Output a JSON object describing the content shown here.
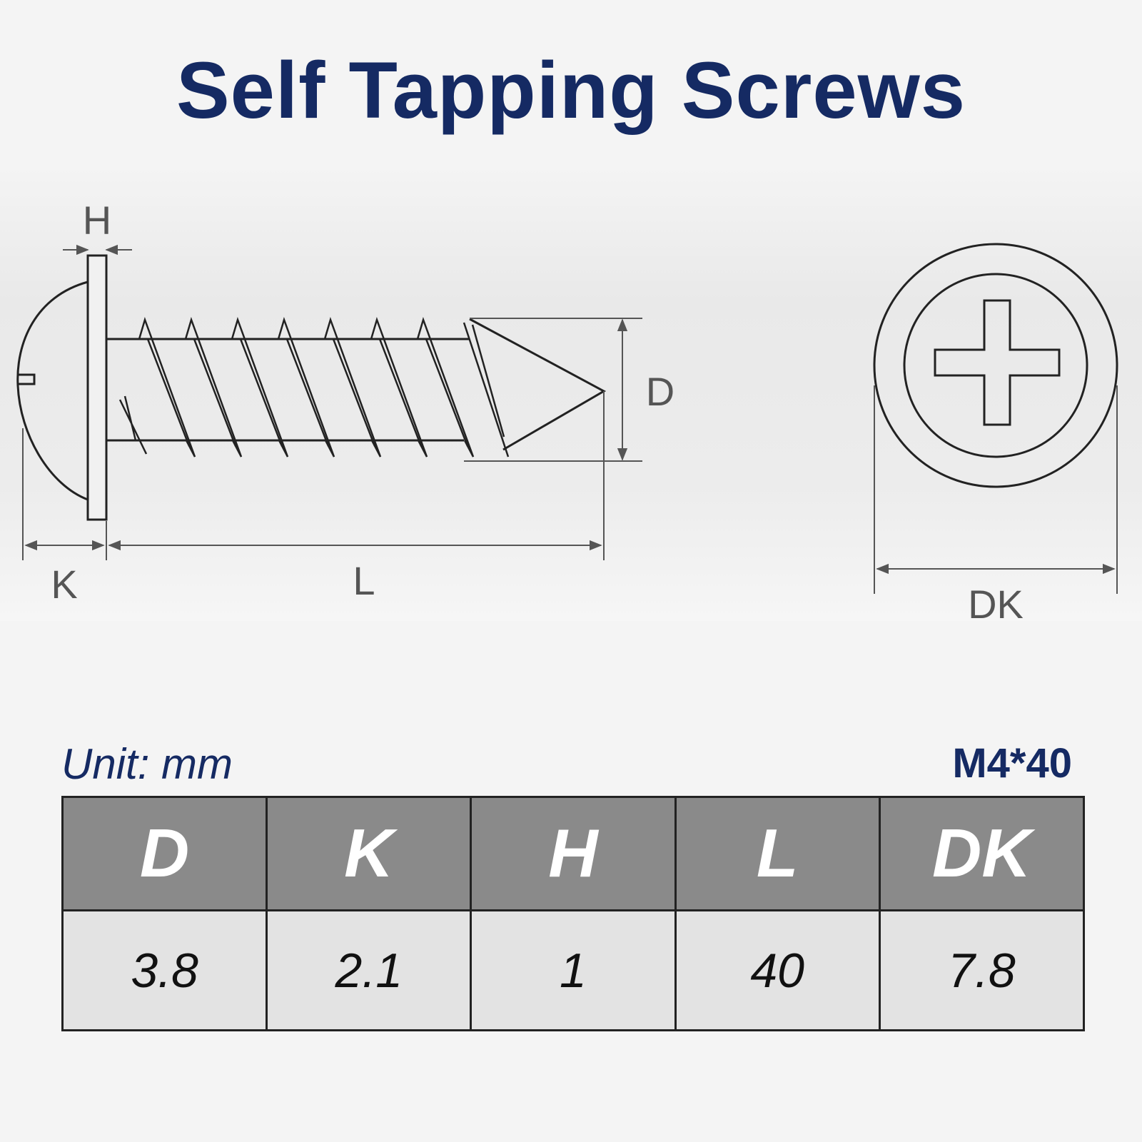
{
  "title": "Self Tapping Screws",
  "diagram": {
    "labels": {
      "H": "H",
      "D": "D",
      "K": "K",
      "L": "L",
      "DK": "DK"
    }
  },
  "unit_label": "Unit: mm",
  "model_label": "M4*40",
  "table": {
    "headers": [
      "D",
      "K",
      "H",
      "L",
      "DK"
    ],
    "values": [
      "3.8",
      "2.1",
      "1",
      "40",
      "7.8"
    ]
  }
}
